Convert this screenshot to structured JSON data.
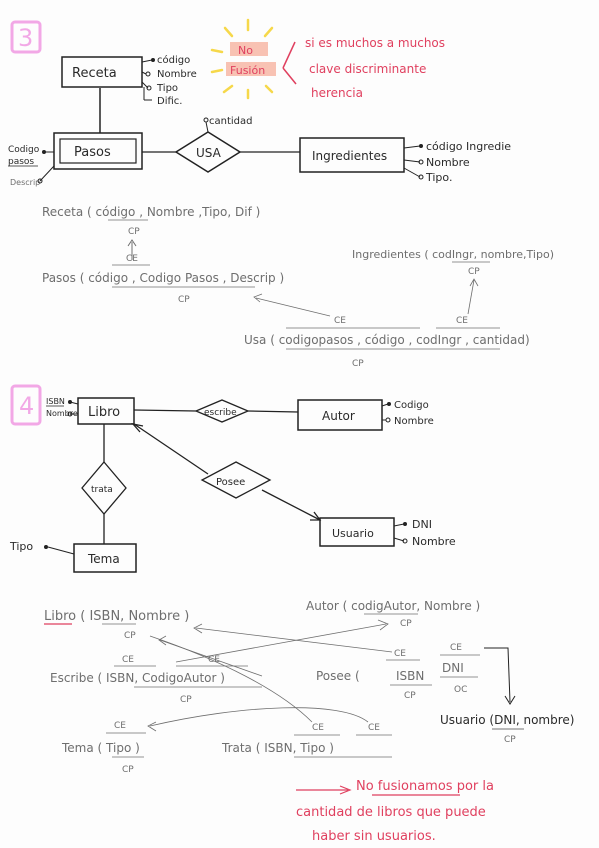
{
  "section3": {
    "number": "3",
    "entities": {
      "receta": "Receta",
      "pasos": "Pasos",
      "ingredientes": "Ingredientes"
    },
    "relationship_usa": "USA",
    "relationship_attr": "cantidad",
    "receta_attrs": [
      "código",
      "Nombre",
      "Tipo",
      "Dific."
    ],
    "pasos_attrs": [
      "Codigo",
      "pasos",
      "Descrip"
    ],
    "ingredientes_attrs": [
      "código Ingredie",
      "Nombre",
      "Tipo."
    ],
    "note_box": [
      "No",
      "Fusión"
    ],
    "note_text": [
      "si es muchos a muchos",
      "clave discriminante",
      "herencia"
    ],
    "schema": {
      "receta": "Receta ( código , Nombre ,Tipo, Dif )",
      "receta_cp": "CP",
      "pasos_ce": "CE",
      "pasos": "Pasos ( código , Codigo Pasos , Descrip )",
      "pasos_cp": "CP",
      "ingredientes": "Ingredientes ( codIngr, nombre,Tipo)",
      "ingredientes_cp": "CP",
      "usa_ce1": "CE",
      "usa_ce2": "CE",
      "usa": "Usa ( codigopasos , código , codIngr , cantidad)",
      "usa_cp": "CP"
    }
  },
  "section4": {
    "number": "4",
    "entities": {
      "libro": "Libro",
      "autor": "Autor",
      "tema": "Tema",
      "usuario": "Usuario"
    },
    "relationships": {
      "escribe": "escribe",
      "trata": "trata",
      "posee": "Posee"
    },
    "libro_attrs": [
      "ISBN",
      "Nombre"
    ],
    "autor_attrs": [
      "Codigo",
      "Nombre"
    ],
    "usuario_attrs": [
      "DNI",
      "Nombre"
    ],
    "tema_attrs": [
      "Tipo"
    ],
    "schema": {
      "libro": "Libro ( ISBN, Nombre )",
      "libro_cp": "CP",
      "autor": "Autor ( codigAutor, Nombre )",
      "autor_cp": "CP",
      "escribe_ce1": "CE",
      "escribe_ce2": "CE",
      "escribe": "Escribe ( ISBN, CodigoAutor )",
      "escribe_cp": "CP",
      "posee_ce1": "CE",
      "posee_ce2": "CE",
      "posee_isbn": "ISBN",
      "posee_dni": "DNI",
      "posee_label": "Posee (",
      "posee_cp": "CP",
      "posee_oc": "OC",
      "usuario": "Usuario (DNI, nombre)",
      "usuario_cp": "CP",
      "tema_ce": "CE",
      "tema": "Tema ( Tipo )",
      "tema_cp": "CP",
      "trata_ce1": "CE",
      "trata_ce2": "CE",
      "trata": "Trata ( ISBN, Tipo )",
      "trata_cp": "CP"
    },
    "footer_note": [
      "No fusionamos por la",
      "cantidad de libros que puede",
      "haber sin usuarios."
    ]
  },
  "colors": {
    "ink": "#2a2a2a",
    "faint_ink": "#6e6e6e",
    "number_pink": "#f2a8e6",
    "note_red": "#e0405f",
    "highlight": "#f7b7a6",
    "sun_yellow": "#f6d84a"
  }
}
